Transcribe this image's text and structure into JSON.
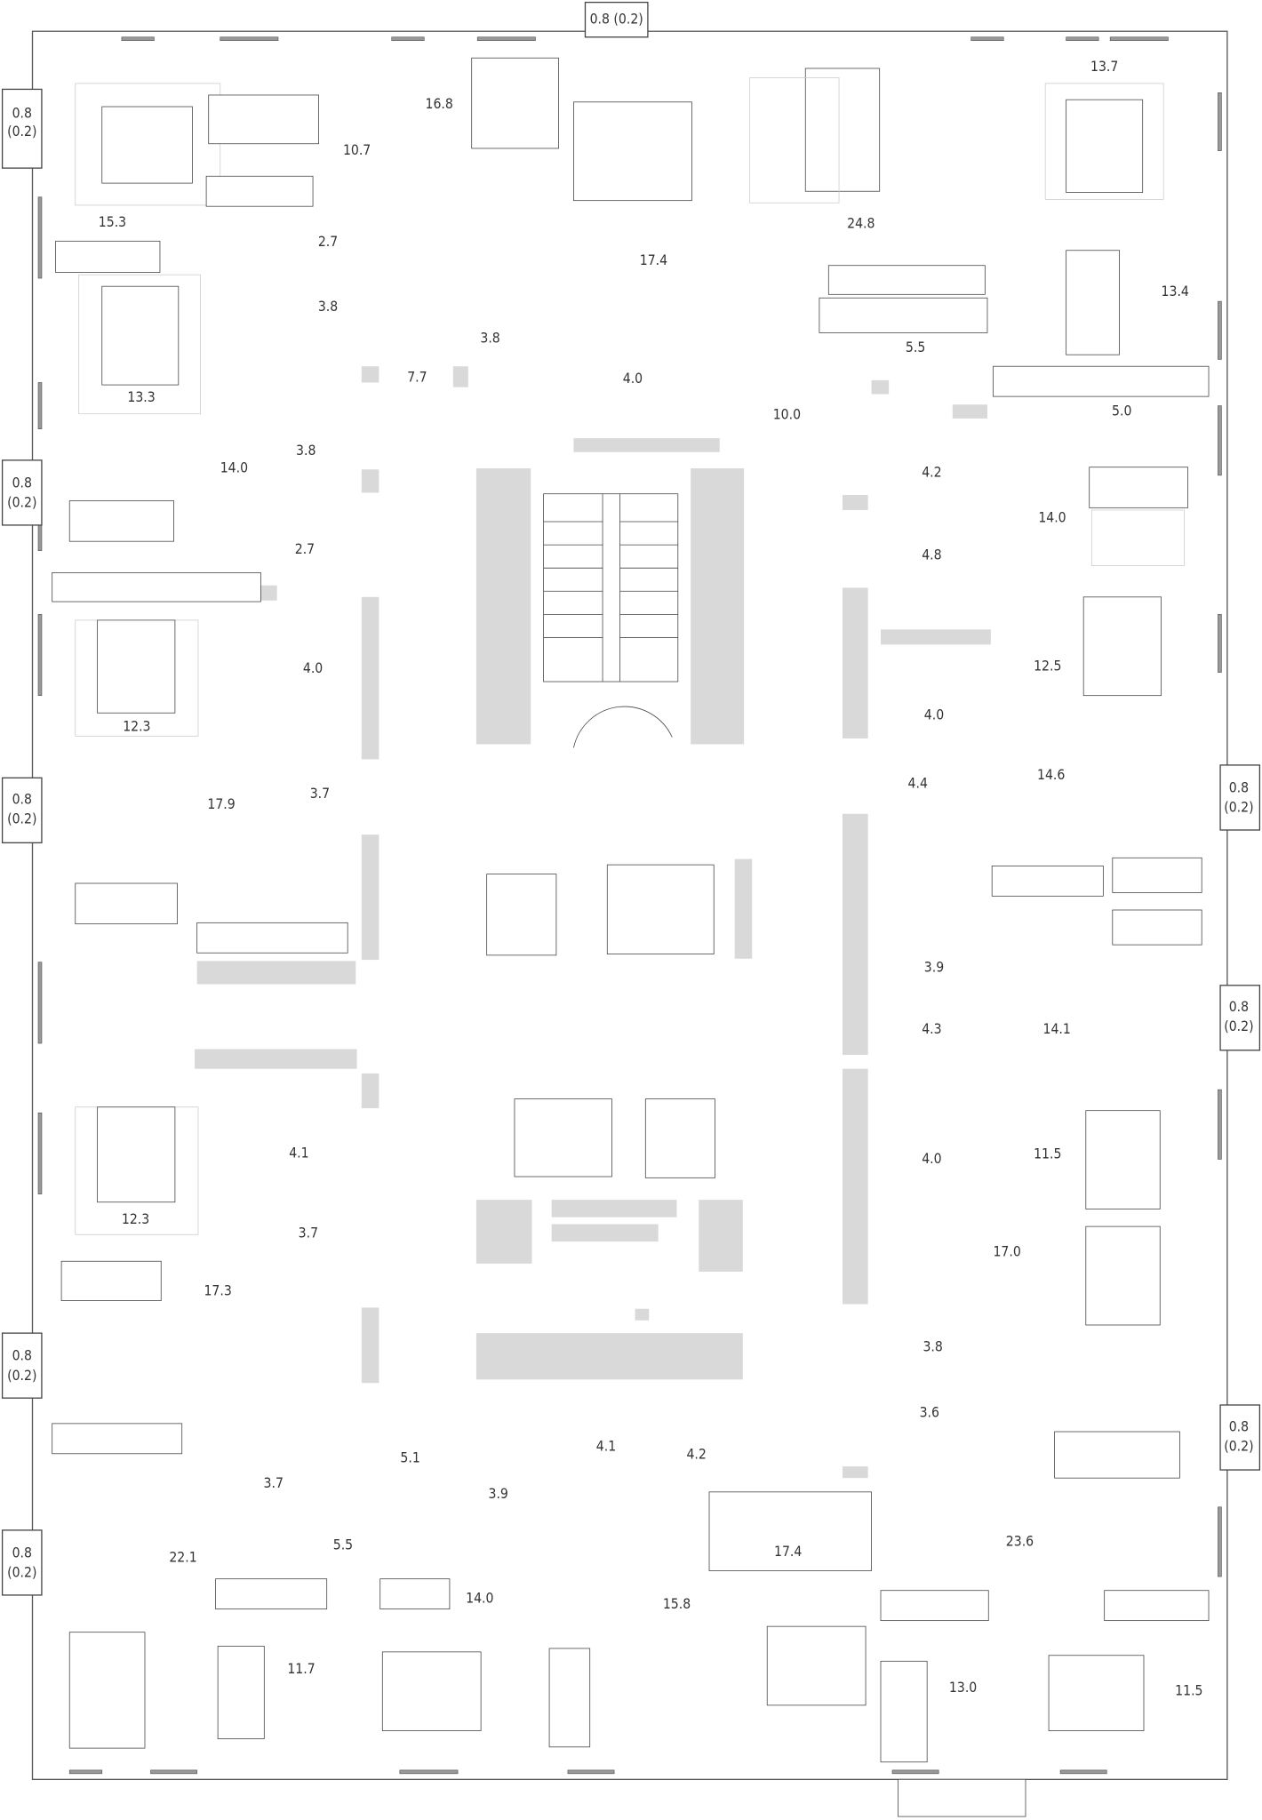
{
  "plan": {
    "balconies": [
      {
        "area": "0.8 (0.2)",
        "side": "top"
      },
      {
        "area": "0.8",
        "sub": "(0.2)",
        "side": "left"
      },
      {
        "area": "0.8",
        "sub": "(0.2)",
        "side": "left"
      },
      {
        "area": "0.8",
        "sub": "(0.2)",
        "side": "left"
      },
      {
        "area": "0.8",
        "sub": "(0.2)",
        "side": "left"
      },
      {
        "area": "0.8",
        "sub": "(0.2)",
        "side": "left"
      },
      {
        "area": "0.8",
        "sub": "(0.2)",
        "side": "right"
      },
      {
        "area": "0.8",
        "sub": "(0.2)",
        "side": "right"
      },
      {
        "area": "0.8",
        "sub": "(0.2)",
        "side": "right"
      }
    ],
    "rooms": [
      "15.3",
      "10.7",
      "16.8",
      "2.7",
      "3.8",
      "7.7",
      "3.8",
      "13.3",
      "14.0",
      "3.8",
      "2.7",
      "17.4",
      "4.0",
      "10.0",
      "24.8",
      "13.7",
      "13.4",
      "5.5",
      "5.0",
      "4.2",
      "14.0",
      "4.8",
      "12.3",
      "4.0",
      "3.7",
      "17.9",
      "12.5",
      "4.0",
      "4.4",
      "14.6",
      "3.9",
      "4.3",
      "14.1",
      "12.3",
      "4.1",
      "3.7",
      "11.5",
      "4.0",
      "17.3",
      "17.0",
      "3.8",
      "3.6",
      "5.1",
      "4.1",
      "4.2",
      "3.9",
      "3.7",
      "5.5",
      "17.4",
      "23.6",
      "22.1",
      "14.0",
      "15.8",
      "11.7",
      "13.0",
      "11.5"
    ]
  }
}
